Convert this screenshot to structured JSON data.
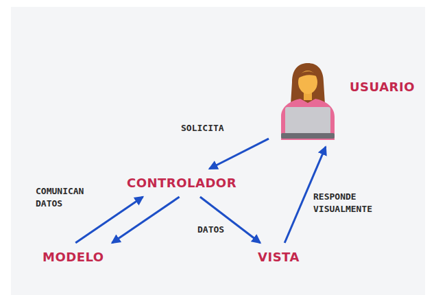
{
  "diagram": {
    "nodes": [
      {
        "text": [
          "USUARIO"
        ]
      },
      {
        "text": [
          "CONTROLADOR"
        ]
      },
      {
        "text": [
          "MODELO"
        ]
      },
      {
        "text": [
          "VISTA"
        ]
      }
    ],
    "edges": [
      {
        "from": 0,
        "to": 1,
        "label": "SOLICITA",
        "arrow": "to"
      },
      {
        "from": 1,
        "to": 2,
        "label": "COMUNICAN DATOS",
        "arrow": "to"
      },
      {
        "from": 2,
        "to": 1,
        "arrow": "to"
      },
      {
        "from": 1,
        "to": 3,
        "label": "DATOS",
        "arrow": "to"
      },
      {
        "from": 3,
        "to": 0,
        "label": "RESPONDE VISUALMENTE",
        "arrow": "to"
      }
    ]
  }
}
